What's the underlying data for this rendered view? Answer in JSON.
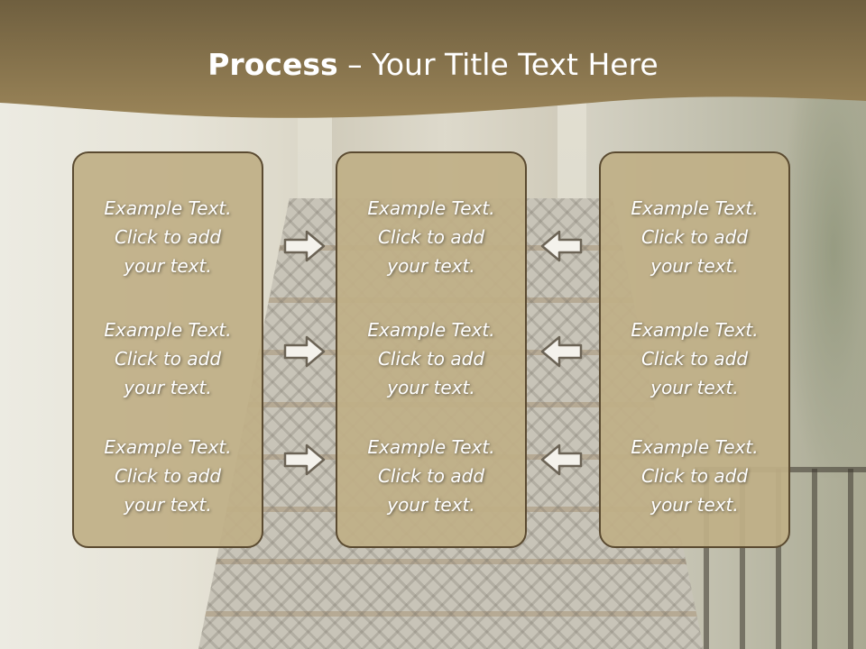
{
  "slide": {
    "title_bold": "Process",
    "title_rest": " – Your Title Text Here",
    "colors": {
      "banner": "#7f6d48",
      "panel_fill": "#c0af87",
      "panel_border": "#5a4a30",
      "text": "#ffffff"
    }
  },
  "panels": {
    "left": [
      [
        "Example Text.",
        "Click  to add",
        "your text."
      ],
      [
        "Example Text.",
        "Click  to add",
        "your text."
      ],
      [
        "Example Text.",
        "Click  to add",
        "your text."
      ]
    ],
    "center": [
      [
        "Example Text.",
        "Click  to add",
        "your text."
      ],
      [
        "Example Text.",
        "Click  to add",
        "your text."
      ],
      [
        "Example Text.",
        "Click  to add",
        "your text."
      ]
    ],
    "right": [
      [
        "Example Text.",
        "Click  to add",
        "your text."
      ],
      [
        "Example Text.",
        "Click  to add",
        "your text."
      ],
      [
        "Example Text.",
        "Click  to add",
        "your text."
      ]
    ]
  },
  "arrows": {
    "left_group": "right-arrow-icon",
    "right_group": "left-arrow-icon"
  }
}
